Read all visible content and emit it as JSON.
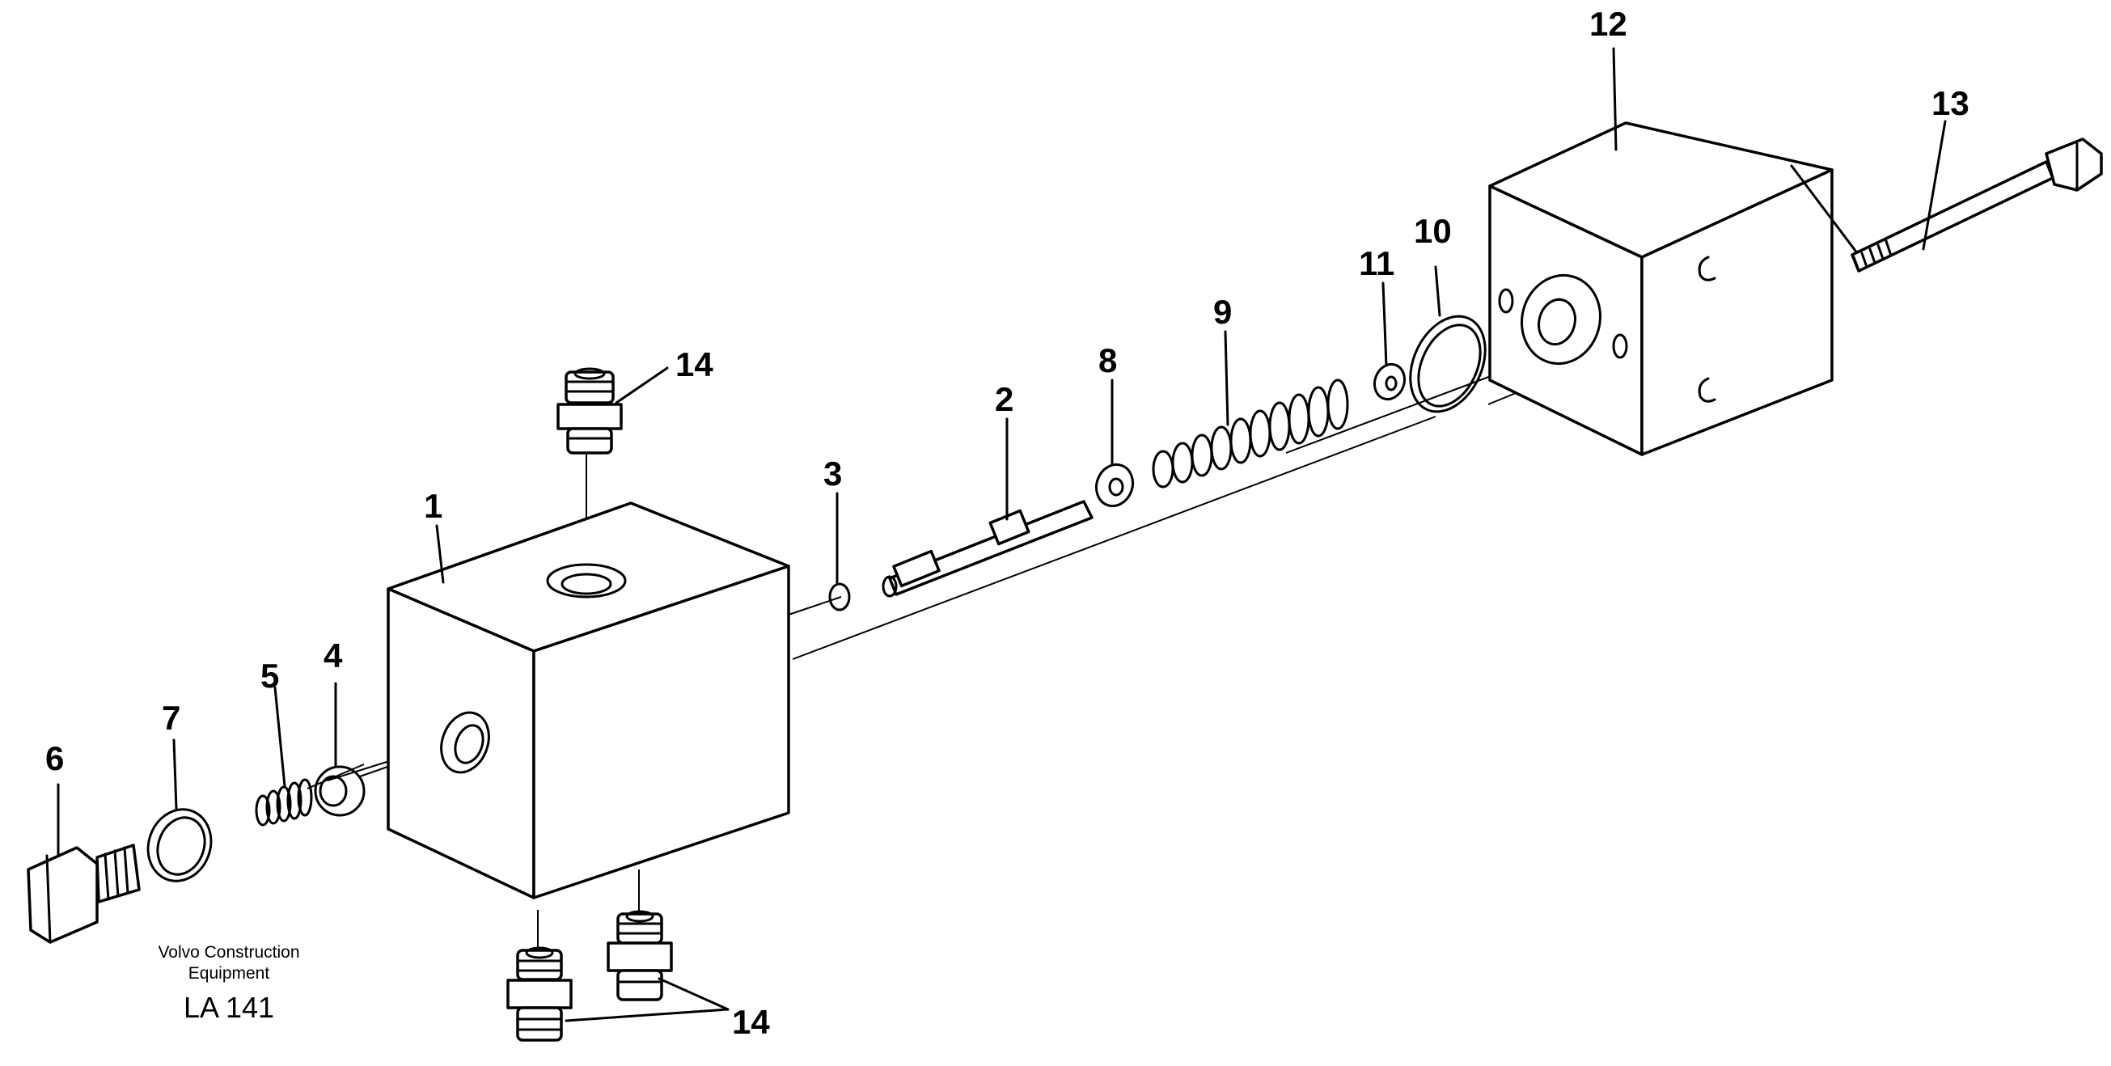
{
  "callouts": {
    "c1": "1",
    "c2": "2",
    "c3": "3",
    "c4": "4",
    "c5": "5",
    "c6": "6",
    "c7": "7",
    "c8": "8",
    "c9": "9",
    "c10": "10",
    "c11": "11",
    "c12": "12",
    "c13": "13",
    "c14_top": "14",
    "c14_bottom": "14"
  },
  "caption": {
    "line1": "Volvo Construction",
    "line2": "Equipment",
    "code": "LA 141"
  }
}
